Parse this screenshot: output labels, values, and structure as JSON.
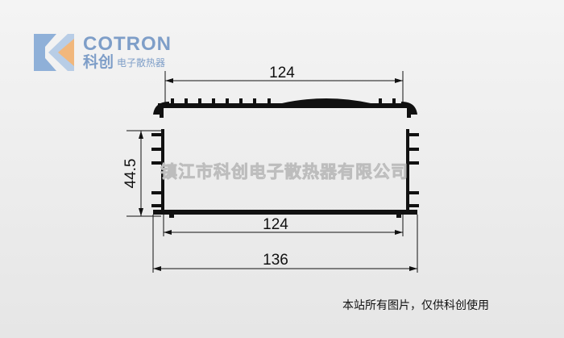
{
  "logo": {
    "brand_en": "COTRON",
    "brand_cn": "科创",
    "tagline": "电子散热器"
  },
  "dimensions": {
    "top_width": "124",
    "height": "44.5",
    "inner_width": "124",
    "overall_width": "136"
  },
  "watermark": "镇江市科创电子散热器有限公司",
  "footer_note": "本站所有图片，仅供科创使用"
}
